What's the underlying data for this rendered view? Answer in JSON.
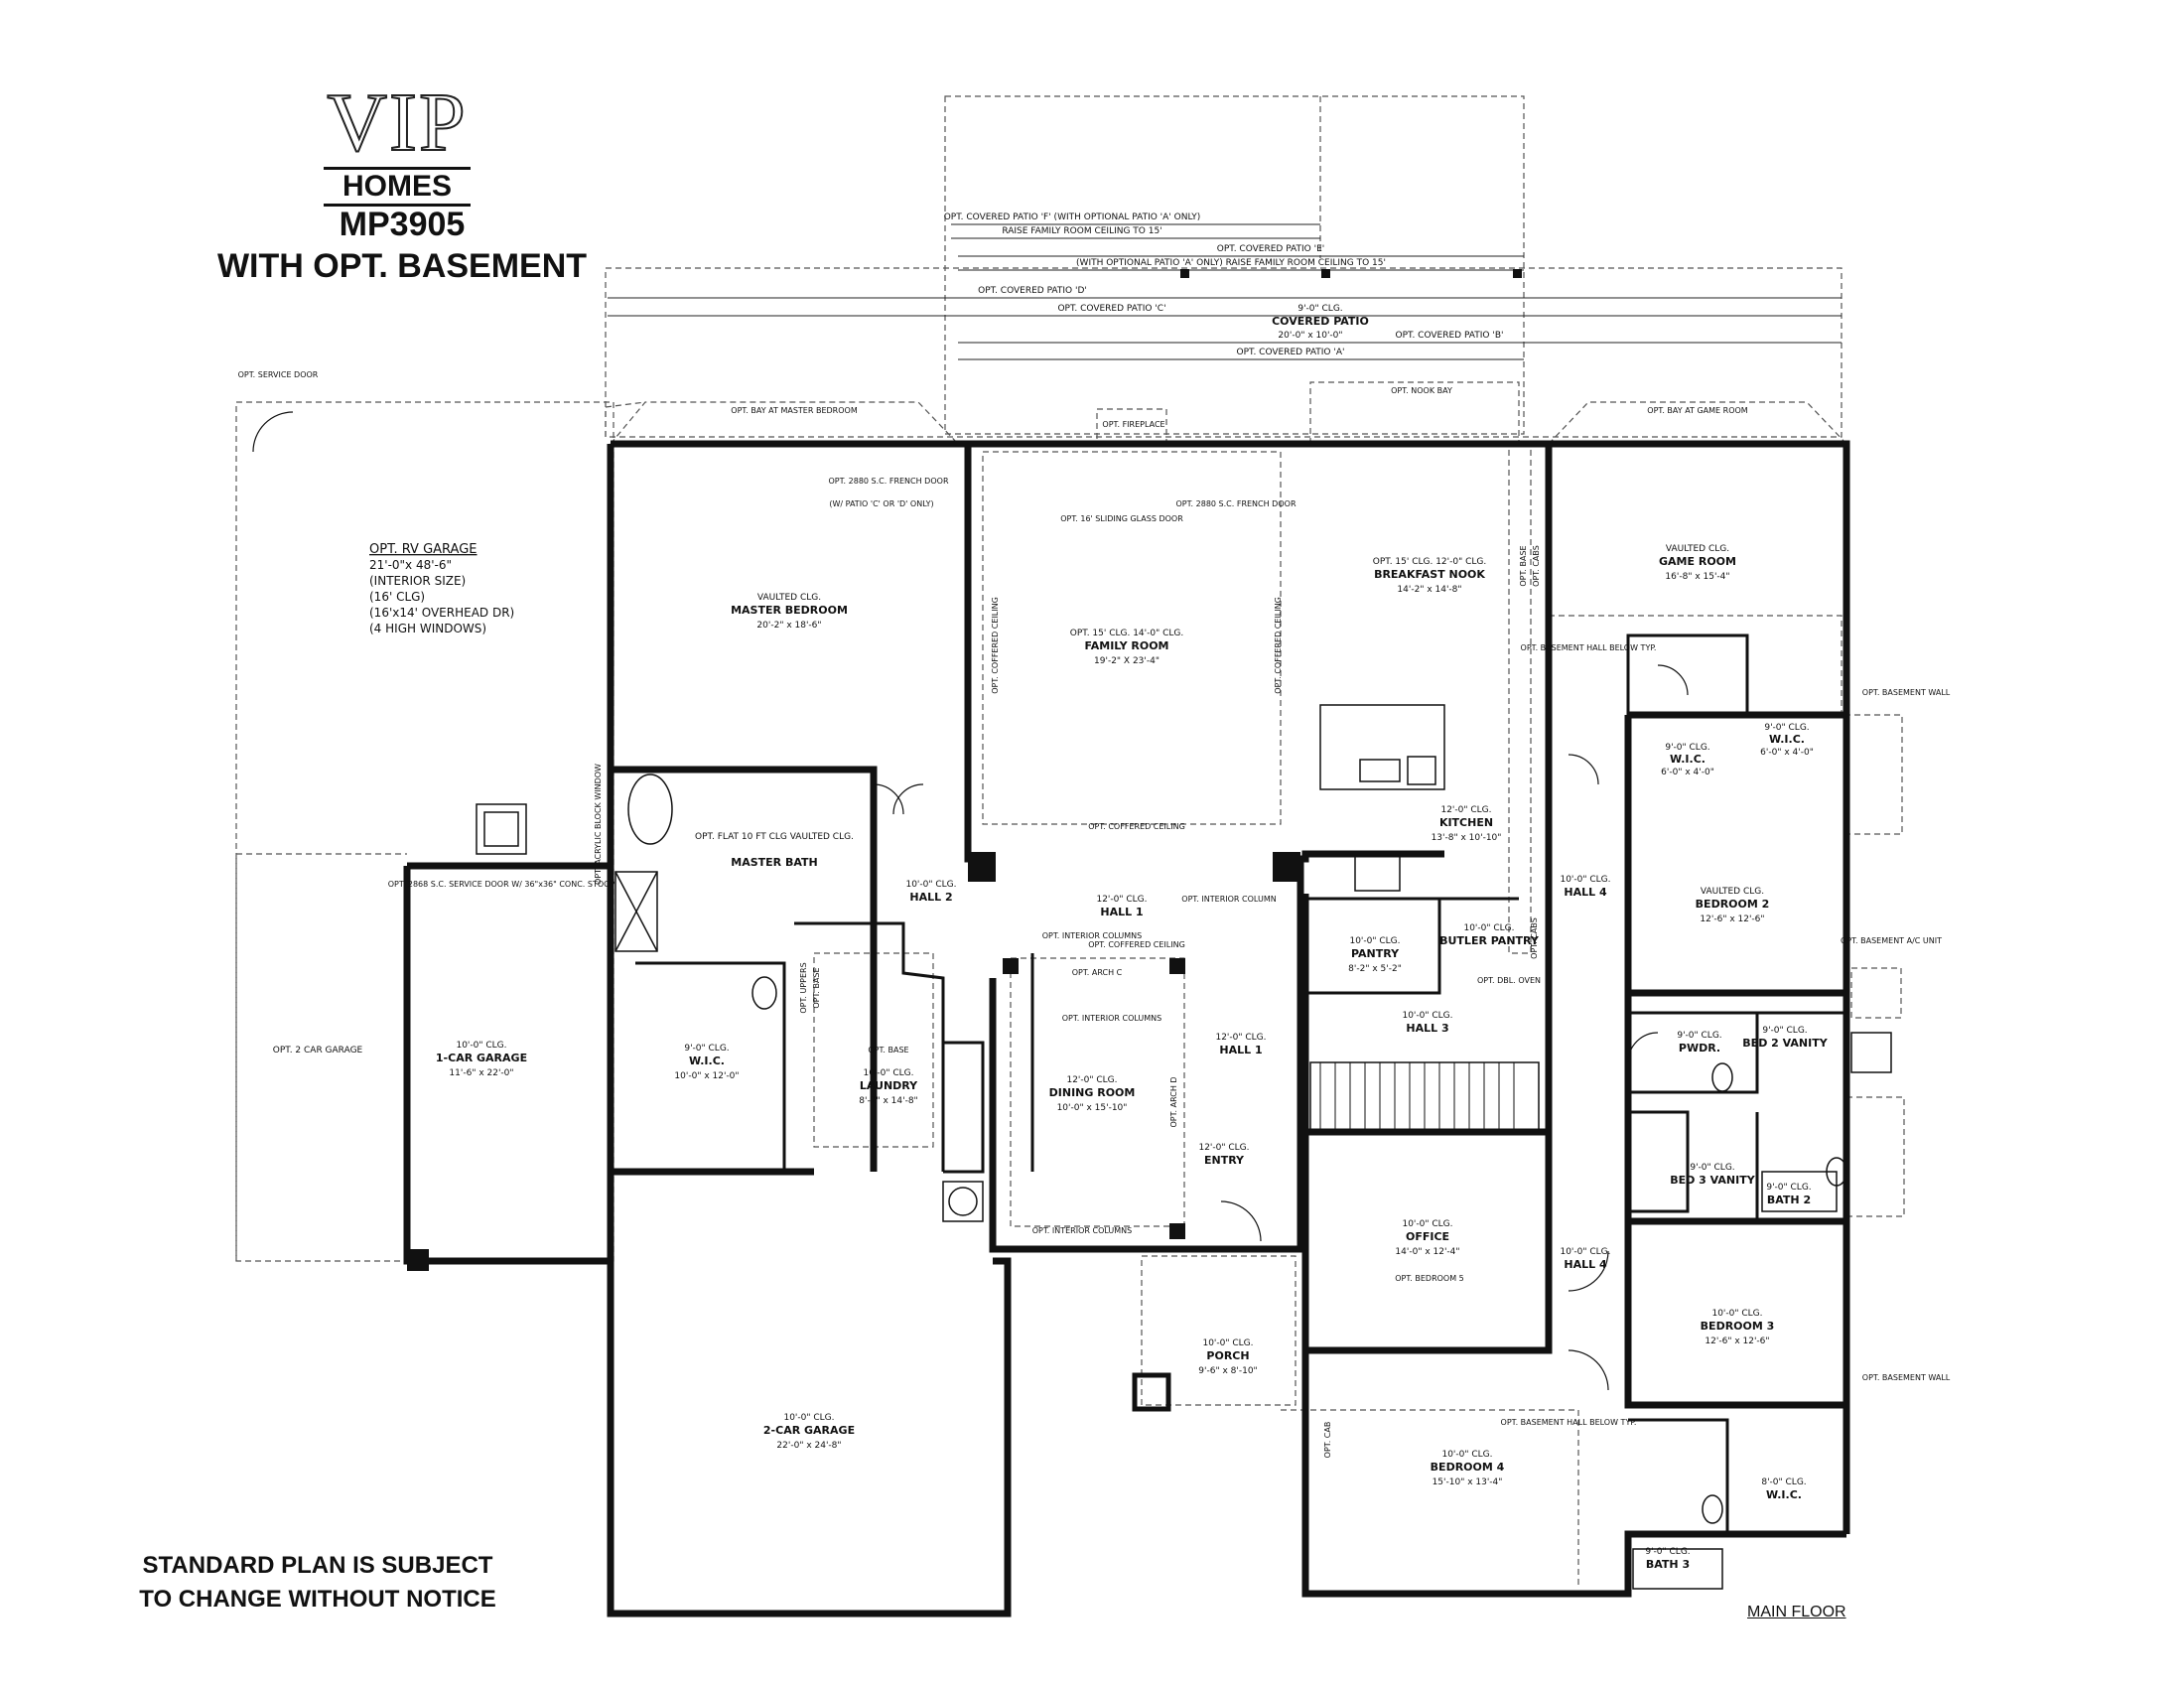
{
  "logo": {
    "brand": "VIP",
    "sub": "HOMES"
  },
  "title": {
    "plan": "MP3905",
    "variant": "WITH OPT. BASEMENT"
  },
  "notice": {
    "line1": "STANDARD PLAN IS SUBJECT",
    "line2": "TO CHANGE WITHOUT NOTICE"
  },
  "floor_label": "MAIN FLOOR",
  "rv_garage": {
    "title": "OPT. RV GARAGE",
    "lines": [
      "21'-0\"x 48'-6\"",
      "(INTERIOR SIZE)",
      "(16' CLG)",
      "(16'x14' OVERHEAD DR)",
      "(4 HIGH WINDOWS)"
    ]
  },
  "patio_dims": [
    "OPT. COVERED PATIO 'F'   (WITH OPTIONAL PATIO 'A' ONLY)",
    "RAISE FAMILY ROOM CEILING TO 15'",
    "OPT. COVERED PATIO 'E'",
    "(WITH OPTIONAL PATIO 'A' ONLY)   RAISE FAMILY ROOM CEILING TO 15'",
    "OPT. COVERED PATIO 'D'",
    "OPT. COVERED PATIO 'C'",
    "OPT. COVERED PATIO 'B'",
    "OPT. COVERED PATIO 'A'"
  ],
  "covered_patio": {
    "clg": "9'-0\" CLG.",
    "name": "COVERED PATIO",
    "size": "20'-0\" x 10'-0\""
  },
  "rooms": [
    {
      "clg": "VAULTED CLG.",
      "name": "MASTER BEDROOM",
      "size": "20'-2\" x 18'-6\""
    },
    {
      "clg": "OPT. 15' CLG.  14'-0\" CLG.",
      "name": "FAMILY ROOM",
      "size": "19'-2\" X 23'-4\""
    },
    {
      "clg": "OPT. 15' CLG.  12'-0\" CLG.",
      "name": "BREAKFAST NOOK",
      "size": "14'-2\" x 14'-8\""
    },
    {
      "clg": "VAULTED CLG.",
      "name": "GAME ROOM",
      "size": "16'-8\" x 15'-4\""
    },
    {
      "clg": "OPT. FLAT 10 FT CLG  VAULTED CLG.",
      "name": "MASTER BATH",
      "size": ""
    },
    {
      "clg": "12'-0\" CLG.",
      "name": "KITCHEN",
      "size": "13'-8\" x 10'-10\""
    },
    {
      "clg": "VAULTED CLG.",
      "name": "BEDROOM 2",
      "size": "12'-6\" x 12'-6\""
    },
    {
      "clg": "10'-0\" CLG.",
      "name": "1-CAR GARAGE",
      "size": "11'-6\" x 22'-0\""
    },
    {
      "clg": "9'-0\" CLG.",
      "name": "W.I.C.",
      "size": "10'-0\" x 12'-0\""
    },
    {
      "clg": "10'-0\" CLG.",
      "name": "LAUNDRY",
      "size": "8'-2\" x 14'-8\""
    },
    {
      "clg": "12'-0\" CLG.",
      "name": "DINING ROOM",
      "size": "10'-0\" x 15'-10\""
    },
    {
      "clg": "10'-0\" CLG.",
      "name": "PANTRY",
      "size": "8'-2\" x 5'-2\""
    },
    {
      "clg": "10'-0\" CLG.",
      "name": "BUTLER PANTRY",
      "size": ""
    },
    {
      "clg": "10'-0\" CLG.",
      "name": "OFFICE",
      "size": "14'-0\" x 12'-4\""
    },
    {
      "clg": "10'-0\" CLG.",
      "name": "BEDROOM 3",
      "size": "12'-6\" x 12'-6\""
    },
    {
      "clg": "10'-0\" CLG.",
      "name": "2-CAR GARAGE",
      "size": "22'-0\" x 24'-8\""
    },
    {
      "clg": "10'-0\" CLG.",
      "name": "PORCH",
      "size": "9'-6\" x 8'-10\""
    },
    {
      "clg": "10'-0\" CLG.",
      "name": "BEDROOM 4",
      "size": "15'-10\" x 13'-4\""
    }
  ],
  "small_labels": {
    "hall2": "HALL 2",
    "hall2_clg": "10'-0\" CLG.",
    "hall1a": "HALL 1",
    "hall1a_clg": "12'-0\" CLG.",
    "hall1b": "HALL 1",
    "hall1b_clg": "12'-0\" CLG.",
    "entry": "ENTRY",
    "entry_clg": "12'-0\" CLG.",
    "hall3": "HALL 3",
    "hall3_clg": "10'-0\" CLG.",
    "hall4a": "HALL 4",
    "hall4a_clg": "10'-0\" CLG.",
    "hall4b": "HALL 4",
    "hall4b_clg": "10'-0\" CLG.",
    "pwdr": "PWDR.",
    "pwdr_clg": "9'-0\" CLG.",
    "bed2vanity": "BED 2 VANITY",
    "bed2vanity_clg": "9'-0\" CLG.",
    "bed3vanity": "BED 3 VANITY",
    "bed3vanity_clg": "9'-0\" CLG.",
    "bath2": "BATH 2",
    "bath2_clg": "9'-0\" CLG.",
    "bath3": "BATH 3",
    "bath3_clg": "9'-0\" CLG.",
    "wic2": "W.I.C.",
    "wic2_size": "6'-0\" x 4'-0\"",
    "wic2_clg": "9'-0\" CLG.",
    "wic3": "W.I.C.",
    "wic3_size": "6'-0\" x 4'-0\"",
    "wic3_clg": "9'-0\" CLG.",
    "wic4": "W.I.C.",
    "wic4_clg": "8'-0\" CLG.",
    "opt_2car": "OPT. 2 CAR GARAGE",
    "opt_bed5": "OPT. BEDROOM 5"
  },
  "notes": {
    "service_door": "OPT. SERVICE DOOR",
    "service_door2": "OPT. 2868 S.C. SERVICE DOOR W/ 36\"x36\" CONC. STOOP",
    "bay_master": "OPT. BAY AT MASTER BEDROOM",
    "bay_game": "OPT. BAY AT GAME ROOM",
    "french1": "OPT. 2880 S.C. FRENCH DOOR",
    "french1b": "(W/ PATIO 'C' OR 'D' ONLY)",
    "french2": "OPT. 2880 S.C. FRENCH DOOR",
    "fireplace": "OPT. FIREPLACE",
    "sliding": "OPT. 16' SLIDING GLASS DOOR",
    "nook_bay": "OPT. NOOK BAY",
    "coffered1": "OPT. COFFERED CEILING",
    "coffered2": "OPT. COFFERED CEILING",
    "coffered3": "OPT. COFFERED CEILING",
    "int_col1": "OPT. INTERIOR COLUMN",
    "int_col2": "OPT. INTERIOR COLUMNS",
    "int_col3": "OPT. INTERIOR COLUMNS",
    "int_col4": "OPT. INTERIOR COLUMNS",
    "arch_c": "OPT. ARCH C",
    "arch_d": "OPT. ARCH D",
    "acrylic": "OPT. ACRYLIC BLOCK WINDOW",
    "uppers": "OPT. UPPERS",
    "base": "OPT. BASE",
    "opt_cab": "OPT. CAB",
    "opt_base2": "OPT. BASE",
    "opt_cabs": "OPT. CABS",
    "dbl_oven": "OPT. DBL. OVEN",
    "opt_cabs2": "OPT. CABS",
    "bsmt_hall1": "OPT. BASEMENT HALL BELOW TYP.",
    "bsmt_hall2": "OPT. BASEMENT HALL BELOW TYP.",
    "bsmt_wall1": "OPT. BASEMENT WALL",
    "bsmt_wall2": "OPT. BASEMENT WALL",
    "bsmt_ac": "OPT. BASEMENT A/C UNIT"
  }
}
